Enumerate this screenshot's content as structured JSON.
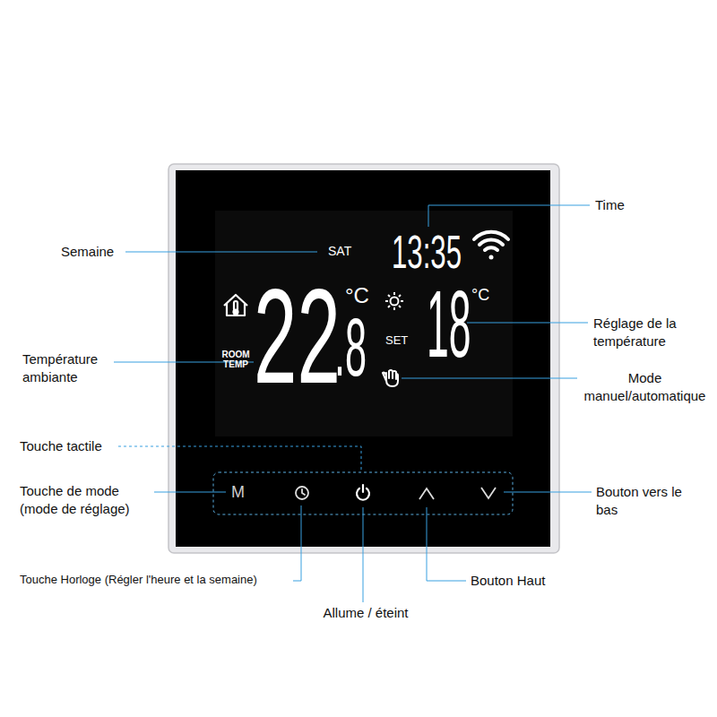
{
  "diagram": {
    "nodes": [
      {
        "text": [
          "SAT",
          "13:35",
          "22",
          ".8",
          "°C",
          "ROOM TEMP",
          "18",
          "°C",
          "SET",
          "M"
        ]
      }
    ],
    "labels": [
      "Semaine",
      "Time",
      "Réglage de la température",
      "Température ambiante",
      "Mode manuel/automatique",
      "Touche tactile",
      "Touche de mode (mode de réglage)",
      "Bouton vers le bas",
      "Touche Horloge (Régler l'heure et la semaine)",
      "Bouton Haut",
      "Allume / éteint"
    ]
  }
}
